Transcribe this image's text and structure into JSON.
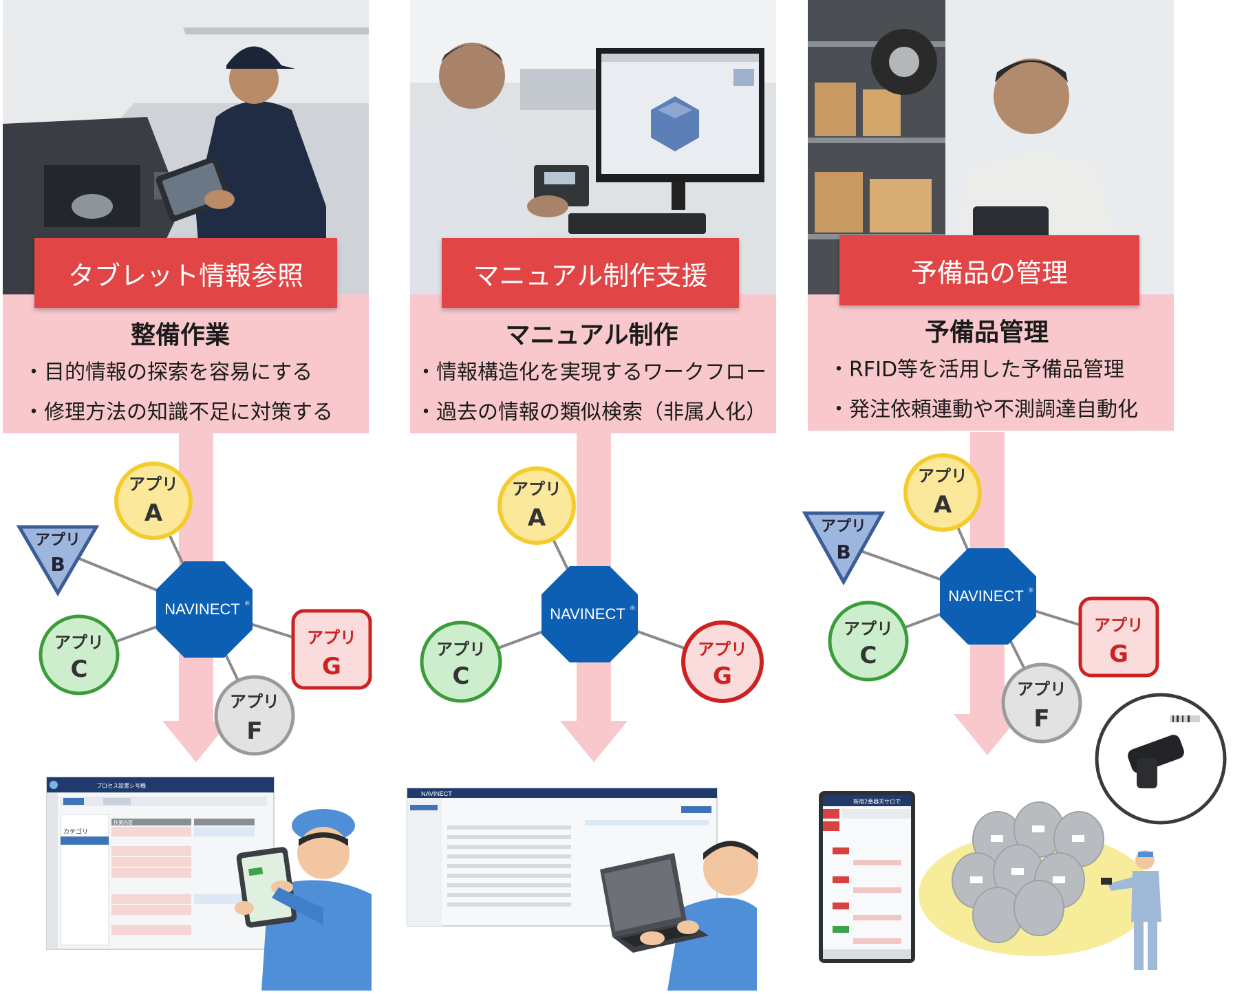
{
  "columns": [
    {
      "banner": "タブレット情報参照",
      "title": "整備作業",
      "bullets": [
        "・目的情報の探索を容易にする",
        "・修理方法の知識不足に対策する"
      ]
    },
    {
      "banner": "マニュアル制作支援",
      "title": "マニュアル制作",
      "bullets": [
        "・情報構造化を実現するワークフロー",
        "・過去の情報の類似検索（非属人化）"
      ]
    },
    {
      "banner": "予備品の管理",
      "title": "予備品管理",
      "bullets": [
        "・RFID等を活用した予備品管理",
        "・発注依頼連動や不測調達自動化"
      ]
    }
  ],
  "hub": {
    "label": "NAVINECT",
    "mark": "®"
  },
  "app_prefix": "アプリ",
  "apps": {
    "a": "A",
    "b": "B",
    "c": "C",
    "f": "F",
    "g": "G"
  },
  "screens": {
    "tablet": {
      "title": "プロセス設置シ号機",
      "sidebar_header": "カテゴリ",
      "tab": "作業内容"
    },
    "desktop": {
      "brand": "NAVINECT"
    },
    "handheld": {
      "header": "新宿2番器天サロで"
    }
  },
  "colors": {
    "banner": "#e14545",
    "pink": "#f8c8cc",
    "hub": "#0d5fb3",
    "app_a": "#f5cc2e",
    "app_b": "#3c5c98",
    "app_c": "#3a9c3a",
    "app_f": "#9a9a9a",
    "app_g": "#cc2222",
    "worker": "#4f8fd8"
  }
}
